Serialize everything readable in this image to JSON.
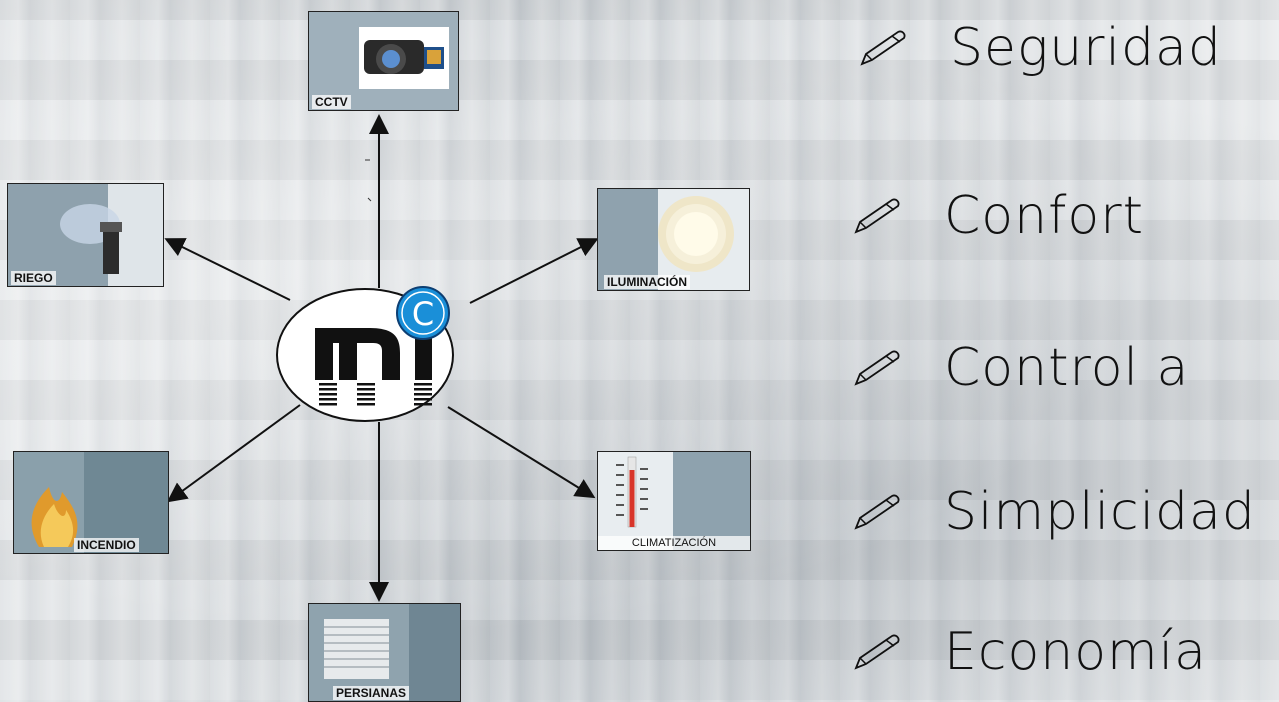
{
  "center_logo": {
    "letters": "m",
    "badge": "C"
  },
  "modules": {
    "cctv": "CCTV",
    "riego": "RIEGO",
    "iluminacion": "ILUMINACIÓN",
    "incendio": "INCENDIO",
    "climatizacion": "CLIMATIZACIÓN",
    "persianas": "PERSIANAS"
  },
  "features": [
    {
      "label": "Seguridad",
      "icon": "pen-icon"
    },
    {
      "label": "Confort",
      "icon": "pen-icon"
    },
    {
      "label": "Control a",
      "icon": "pen-icon"
    },
    {
      "label": "Simplicidad",
      "icon": "pen-icon"
    },
    {
      "label": "Economía",
      "icon": "pen-icon"
    }
  ],
  "colors": {
    "badge_blue": "#1a8fd8",
    "arrow": "#111111"
  }
}
